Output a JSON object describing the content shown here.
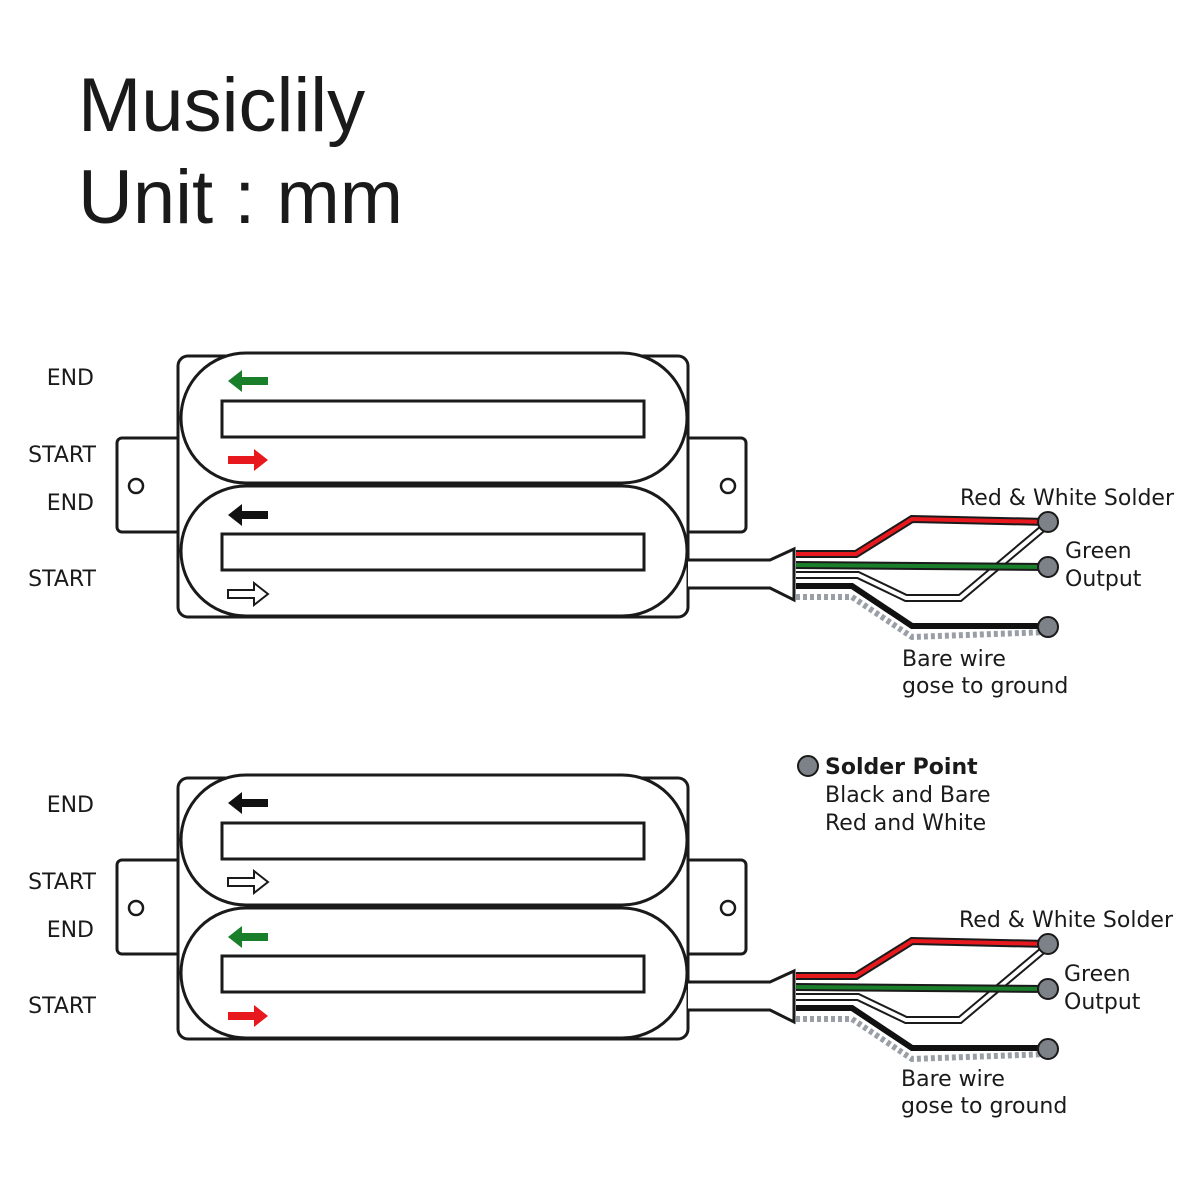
{
  "header": {
    "brand": "Musiclily",
    "unit": "Unit : mm"
  },
  "colors": {
    "red": "#e8191e",
    "green": "#1a7f2a",
    "black": "#111111",
    "bare": "#9a9fa6",
    "outline": "#1a1a1a"
  },
  "pickups": [
    {
      "coil_labels": [
        "END",
        "START",
        "END",
        "START"
      ],
      "arrows": [
        {
          "color": "green",
          "dir": "left"
        },
        {
          "color": "red",
          "dir": "right"
        },
        {
          "color": "black",
          "dir": "left"
        },
        {
          "color": "white",
          "dir": "right"
        }
      ],
      "wires": {
        "red_white": "Red & White Solder",
        "green_1": "Green",
        "green_2": "Output",
        "bare_1": "Bare wire",
        "bare_2": "gose to ground"
      }
    },
    {
      "coil_labels": [
        "END",
        "START",
        "END",
        "START"
      ],
      "arrows": [
        {
          "color": "black",
          "dir": "left"
        },
        {
          "color": "white",
          "dir": "right"
        },
        {
          "color": "green",
          "dir": "left"
        },
        {
          "color": "red",
          "dir": "right"
        }
      ],
      "wires": {
        "red_white": "Red & White Solder",
        "green_1": "Green",
        "green_2": "Output",
        "bare_1": "Bare wire",
        "bare_2": "gose to ground"
      }
    }
  ],
  "legend": {
    "title": "Solder Point",
    "line1": "Black and Bare",
    "line2": "Red and White"
  }
}
